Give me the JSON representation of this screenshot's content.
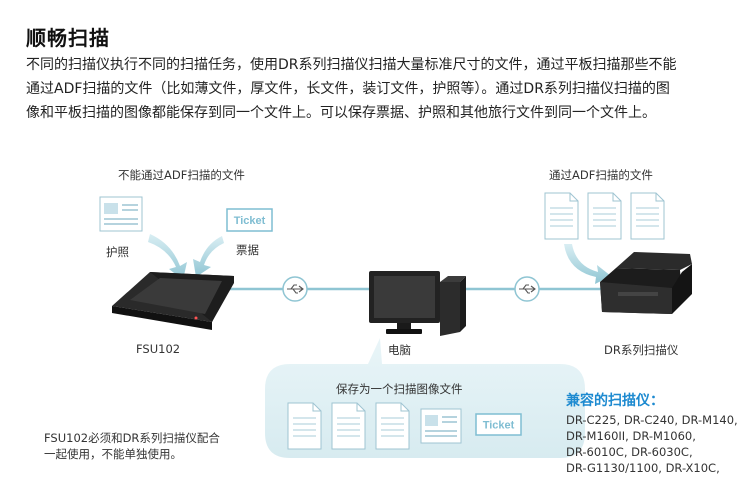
{
  "header": {
    "title": "顺畅扫描",
    "intro_line1": "不同的扫描仪执行不同的扫描任务，使用DR系列扫描仪扫描大量标准尺寸的文件，通过平板扫描那些不能",
    "intro_line2": "通过ADF扫描的文件（比如薄文件，厚文件，长文件，装订文件，护照等）。通过DR系列扫描仪扫描的图",
    "intro_line3": "像和平板扫描的图像都能保存到同一个文件上。可以保存票据、护照和其他旅行文件到同一个文件上。"
  },
  "diagram": {
    "non_adf_label": "不能通过ADF扫描的文件",
    "passport_label": "护照",
    "ticket_label": "票据",
    "ticket_text": "Ticket",
    "flatbed_label": "FSU102",
    "computer_label": "电脑",
    "dr_label": "DR系列扫描仪",
    "adf_label": "通过ADF扫描的文件",
    "save_label": "保存为一个扫描图像文件"
  },
  "note": {
    "line1": "FSU102必须和DR系列扫描仪配合",
    "line2": "一起使用，不能单独使用。"
  },
  "compat": {
    "title": "兼容的扫描仪：",
    "line1": "DR-C225, DR-C240, DR-M140,",
    "line2": "DR-M160II, DR-M1060,",
    "line3": "DR-6010C, DR-6030C,",
    "line4": "DR-G1130/1100, DR-X10C,"
  },
  "colors": {
    "connector": "#8fc5d3",
    "bubble": "#dff0f4",
    "accent": "#1d8ad0",
    "ticket": "#7fbdd2"
  }
}
